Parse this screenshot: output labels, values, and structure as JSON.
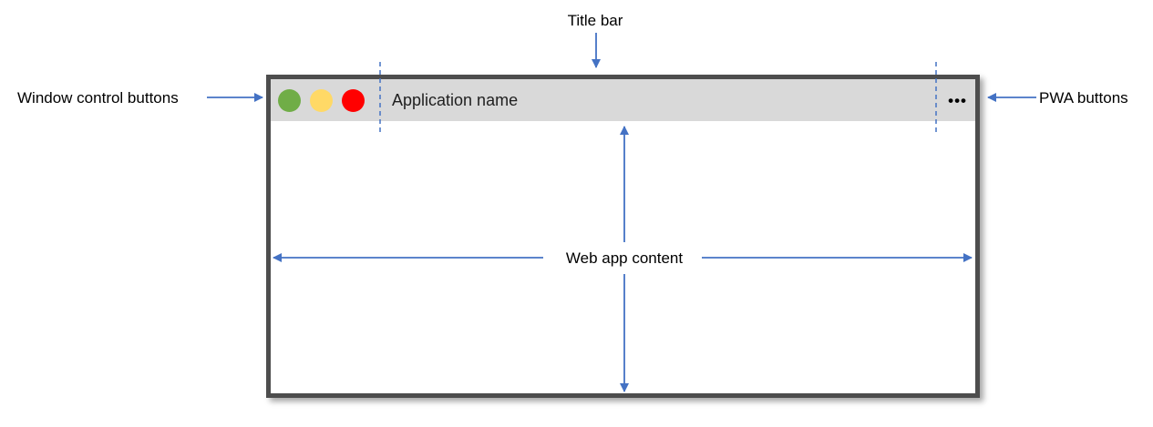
{
  "diagram": {
    "labels": {
      "title_bar": "Title bar",
      "window_controls": "Window control buttons",
      "pwa_buttons": "PWA buttons",
      "web_app_content": "Web app content"
    },
    "window": {
      "title": "Application name",
      "pwa_menu_glyph": "•••",
      "controls": [
        {
          "name": "green",
          "color": "#70ad47"
        },
        {
          "name": "yellow",
          "color": "#ffd966"
        },
        {
          "name": "red",
          "color": "#ff0000"
        }
      ]
    },
    "colors": {
      "arrow_blue": "#4472c4",
      "titlebar_bg": "#d9d9d9",
      "frame_border": "#4d4d4d",
      "control_green": "#70ad47",
      "control_yellow": "#ffd966",
      "control_red": "#ff0000"
    }
  }
}
